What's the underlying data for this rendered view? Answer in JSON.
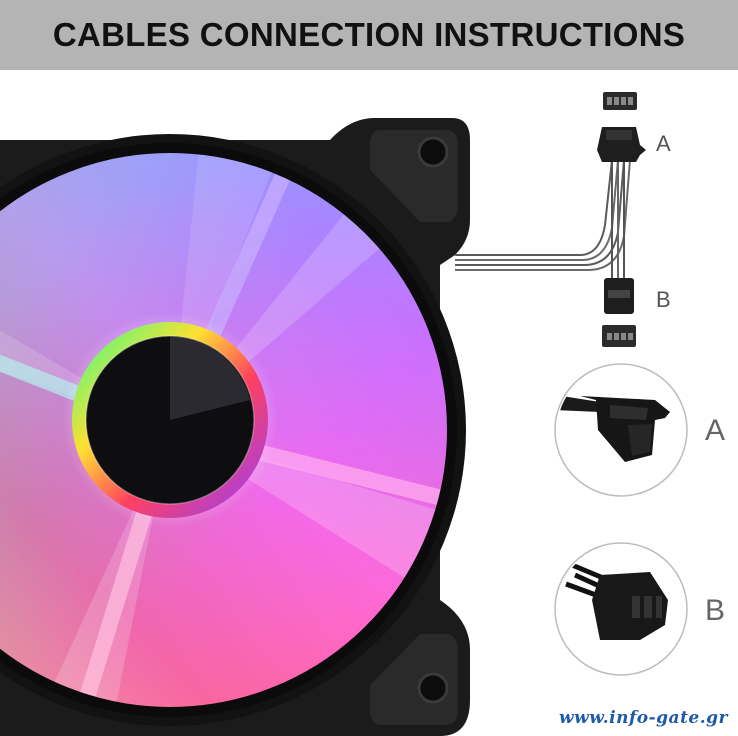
{
  "header": {
    "title": "CABLES CONNECTION INSTRUCTIONS"
  },
  "diagram": {
    "connector_a_label": "A",
    "connector_b_label": "B",
    "detail_a_label": "A",
    "detail_b_label": "B"
  },
  "watermark": {
    "text": "www.info-gate.gr"
  },
  "colors": {
    "banner": "#b4b4b4",
    "frame": "#1a1a1a",
    "watermark": "#1f5aa8"
  },
  "icons": [
    "rgb-fan-image",
    "connector-a-icon",
    "connector-b-icon",
    "cable-a-detail-image",
    "cable-b-detail-image"
  ]
}
